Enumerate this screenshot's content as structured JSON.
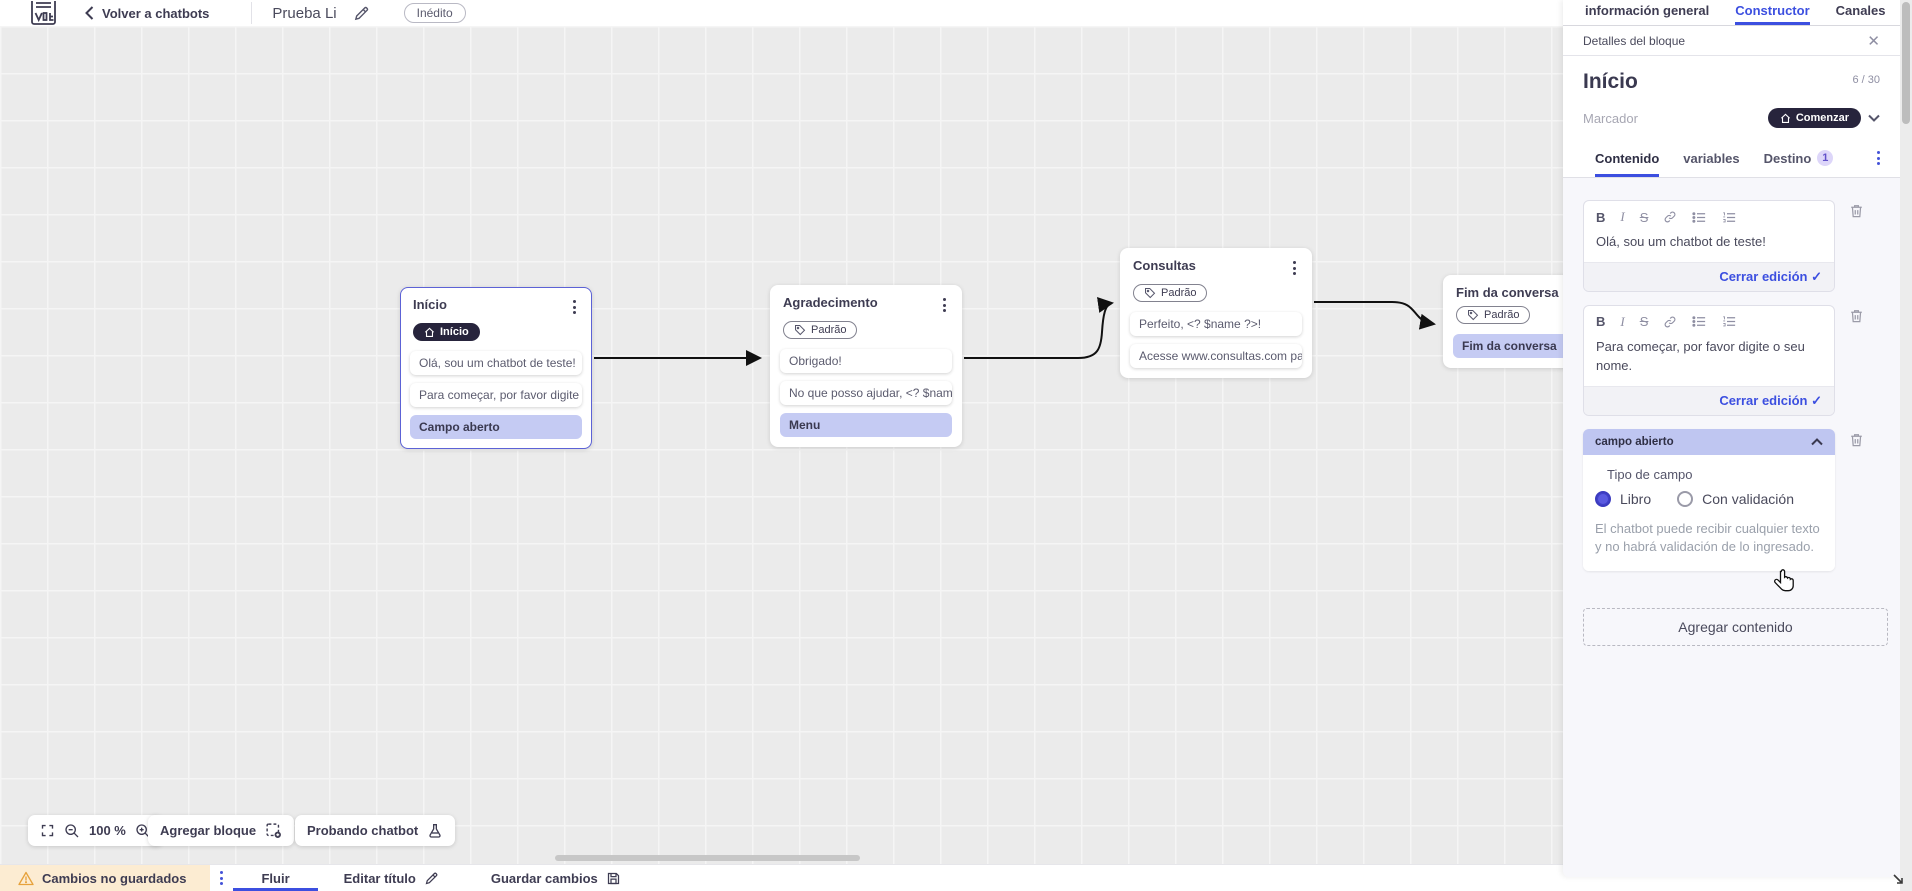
{
  "topbar": {
    "back_label": "Volver a chatbots",
    "bot_title": "Prueba Li",
    "status_badge": "Inédito",
    "tabs": [
      {
        "label": "información general",
        "active": false
      },
      {
        "label": "Constructor",
        "active": true
      },
      {
        "label": "Canales",
        "active": false
      }
    ]
  },
  "canvas": {
    "zoom_level": "100 %",
    "add_block_label": "Agregar bloque",
    "test_chatbot_label": "Probando chatbot",
    "nodes": [
      {
        "title": "Início",
        "badge": "Início",
        "badge_style": "start",
        "selected": true,
        "items": [
          {
            "text": "Olá, sou um chatbot de teste!",
            "type": "message"
          },
          {
            "text": "Para começar, por favor digite o ...",
            "type": "message"
          },
          {
            "text": "Campo aberto",
            "type": "action"
          }
        ]
      },
      {
        "title": "Agradecimento",
        "badge": "Padrão",
        "badge_style": "default",
        "selected": false,
        "items": [
          {
            "text": "Obrigado!",
            "type": "message"
          },
          {
            "text": "No que posso ajudar, <? $name ...",
            "type": "message"
          },
          {
            "text": "Menu",
            "type": "action"
          }
        ]
      },
      {
        "title": "Consultas",
        "badge": "Padrão",
        "badge_style": "default",
        "selected": false,
        "items": [
          {
            "text": "Perfeito, <? $name ?>!",
            "type": "message"
          },
          {
            "text": "Acesse www.consultas.com par...",
            "type": "message"
          }
        ]
      },
      {
        "title": "Fim da conversa",
        "badge": "Padrão",
        "badge_style": "default",
        "selected": false,
        "items": [
          {
            "text": "Fim da conversa",
            "type": "action"
          }
        ]
      }
    ]
  },
  "panel": {
    "drawer_title": "Detalles del bloque",
    "block_title": "Início",
    "char_counter": "6 / 30",
    "marker_label": "Marcador",
    "marker_value": "Comenzar",
    "tabs": [
      {
        "label": "Contenido",
        "active": true
      },
      {
        "label": "variables",
        "active": false
      },
      {
        "label": "Destino",
        "active": false,
        "badge": "1"
      }
    ],
    "toolbar_icons": [
      "bold",
      "italic",
      "strikethrough",
      "link",
      "bulleted-list",
      "numbered-list"
    ],
    "toolbar_glyphs": {
      "bold": "B",
      "italic": "I",
      "strike": "S"
    },
    "editors": [
      {
        "text": "Olá, sou um chatbot de teste!",
        "close_label": "Cerrar edición",
        "check": "✓"
      },
      {
        "text": "Para começar, por favor digite o seu nome.",
        "close_label": "Cerrar edición",
        "check": "✓"
      }
    ],
    "open_field": {
      "header": "campo abierto",
      "type_label": "Tipo de campo",
      "options": [
        {
          "label": "Libro",
          "selected": true
        },
        {
          "label": "Con validación",
          "selected": false
        }
      ],
      "helper": "El chatbot puede recibir cualquier texto y no habrá validación de lo ingresado."
    },
    "add_content_label": "Agregar contenido",
    "close_glyph": "✕"
  },
  "bottombar": {
    "unsaved_label": "Cambios no guardados",
    "flow_tab": "Fluir",
    "edit_title_label": "Editar título",
    "save_label": "Guardar cambios"
  },
  "colors": {
    "accent_blue": "#3c4fe0",
    "selected_node_border": "#5c62d6",
    "lavender_item": "#c5cbf3",
    "open_field_header": "#bfc6f1",
    "dark_pill": "#27243c",
    "unsaved_bg": "#fcecd2",
    "warning_icon": "#e6a23c",
    "canvas_bg": "#ebebeb"
  }
}
